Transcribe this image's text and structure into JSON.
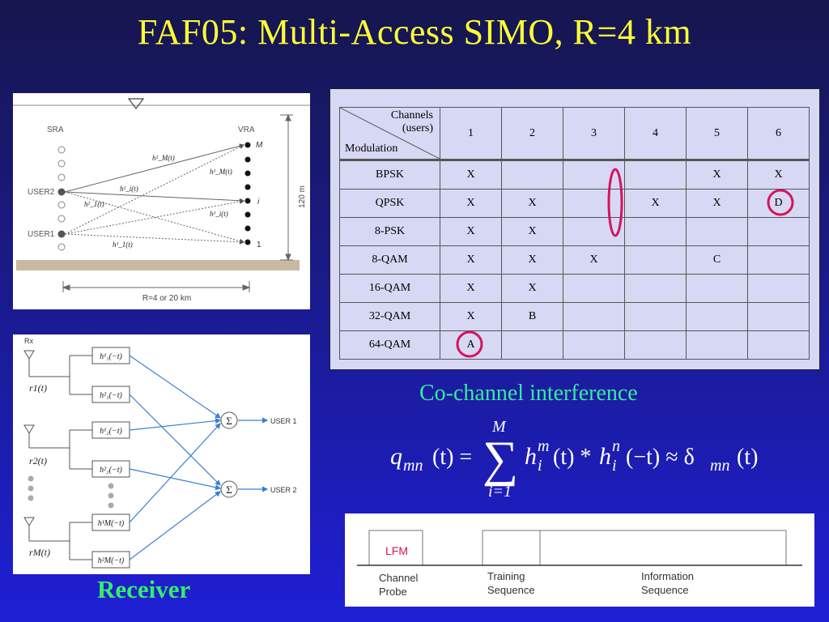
{
  "title": "FAF05: Multi-Access SIMO, R=4 km",
  "geometry": {
    "sra": "SRA",
    "vra": "VRA",
    "user2": "USER2",
    "user1": "USER1",
    "depth": "120 m",
    "range": "R=4 or 20 km",
    "top_marker": "M",
    "mid_marker": "i",
    "bottom_marker": "1",
    "h_labels": [
      "h²_M(t)",
      "h¹_M(t)",
      "h²_i(t)",
      "h²_1(t)",
      "h¹_i(t)",
      "h¹_1(t)"
    ]
  },
  "table": {
    "header_channels": "Channels",
    "header_users": "(users)",
    "header_modulation": "Modulation",
    "columns": [
      "1",
      "2",
      "3",
      "4",
      "5",
      "6"
    ],
    "rows": [
      {
        "mod": "BPSK",
        "cells": [
          "X",
          "",
          "",
          "",
          "X",
          "X"
        ]
      },
      {
        "mod": "QPSK",
        "cells": [
          "X",
          "X",
          "",
          "X",
          "X",
          "D"
        ]
      },
      {
        "mod": "8-PSK",
        "cells": [
          "X",
          "X",
          "",
          "",
          "",
          ""
        ]
      },
      {
        "mod": "8-QAM",
        "cells": [
          "X",
          "X",
          "X",
          "",
          "C",
          ""
        ]
      },
      {
        "mod": "16-QAM",
        "cells": [
          "X",
          "X",
          "",
          "",
          "",
          ""
        ]
      },
      {
        "mod": "32-QAM",
        "cells": [
          "X",
          "B",
          "",
          "",
          "",
          ""
        ]
      },
      {
        "mod": "64-QAM",
        "cells": [
          "A",
          "",
          "",
          "",
          "",
          ""
        ]
      }
    ]
  },
  "cci_caption": "Co-channel interference",
  "formula": {
    "upper": "M",
    "lower": "i=1",
    "lhs": "q",
    "lhs_sub": "mn",
    "t": "(t) =",
    "h": "h",
    "sup_m": "m",
    "sup_n": "n",
    "sub_i": "i",
    "mid": "(t) *",
    "rhs": "(−t) ≈ δ",
    "end": "(t)"
  },
  "receiver": {
    "rx": "Rx",
    "inputs": [
      "r1(t)",
      "r2(t)",
      "rM(t)"
    ],
    "filters": [
      "h¹₁(−t)",
      "h²₁(−t)",
      "h¹₂(−t)",
      "h²₂(−t)",
      "h¹M(−t)",
      "h²M(−t)"
    ],
    "sum_symbol": "Σ",
    "user1_out": "USER 1",
    "user2_out": "USER 2",
    "caption": "Receiver"
  },
  "probe": {
    "lfm": "LFM",
    "channel_probe": [
      "Channel",
      "Probe"
    ],
    "training": [
      "Training",
      "Sequence"
    ],
    "information": [
      "Information",
      "Sequence"
    ]
  }
}
